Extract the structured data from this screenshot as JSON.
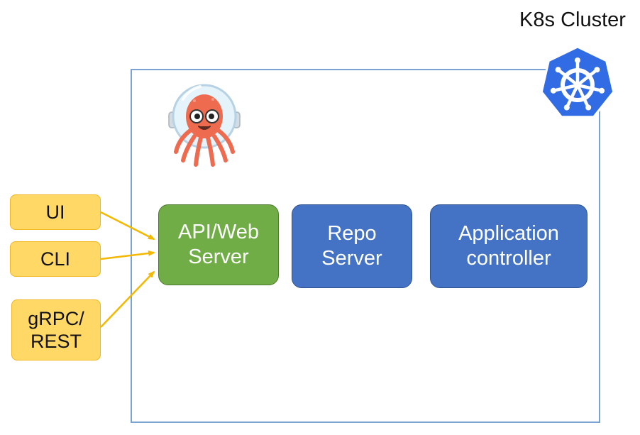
{
  "cluster": {
    "title": "K8s Cluster",
    "frame_color": "#7aa3d4"
  },
  "icons": {
    "kubernetes": "kubernetes-helm-wheel-icon",
    "mascot": "argo-octopus-astronaut-mascot"
  },
  "clients": [
    {
      "id": "ui",
      "line1": "UI",
      "line2": ""
    },
    {
      "id": "cli",
      "line1": "CLI",
      "line2": ""
    },
    {
      "id": "grpc",
      "line1": "gRPC/",
      "line2": "REST"
    }
  ],
  "components": [
    {
      "id": "api",
      "line1": "API/Web",
      "line2": "Server",
      "color": "#71ad47"
    },
    {
      "id": "repo",
      "line1": "Repo",
      "line2": "Server",
      "color": "#4472c4"
    },
    {
      "id": "controller",
      "line1": "Application",
      "line2": "controller",
      "color": "#4472c4"
    }
  ],
  "colors": {
    "client_fill": "#ffd866",
    "client_border": "#f0b623",
    "arrow": "#f5b800",
    "kubernetes_blue": "#326ce5",
    "mascot_orange": "#ee6b50"
  }
}
